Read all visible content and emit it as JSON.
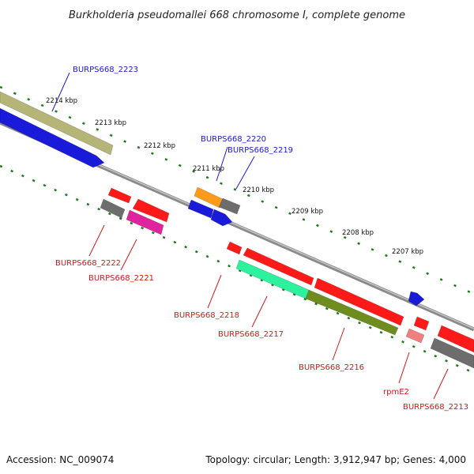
{
  "title": "Burkholderia pseudomallei 668 chromosome I, complete genome",
  "footer": {
    "accession": "Accession: NC_009074",
    "summary": "Topology: circular; Length: 3,912,947 bp; Genes: 4,000"
  },
  "colors": {
    "backbone": "#8a8a8a",
    "tick": "#1f7a1f",
    "forward_label": "#1a1acc",
    "reverse_label": "#cc1a1a"
  },
  "ticks": [
    "2214 kbp",
    "2213 kbp",
    "2212 kbp",
    "2211 kbp",
    "2210 kbp",
    "2209 kbp",
    "2208 kbp",
    "2207 kbp"
  ],
  "features": [
    {
      "id": "f1",
      "color": "#b5b577"
    },
    {
      "id": "f2",
      "color": "#1a1adb"
    },
    {
      "id": "f3",
      "color": "#ff1a1a"
    },
    {
      "id": "f4",
      "color": "#ff1a1a"
    },
    {
      "id": "f5",
      "color": "#6d6d6d"
    },
    {
      "id": "f6",
      "color": "#e0249e"
    },
    {
      "id": "f7",
      "color": "#ff9a1a"
    },
    {
      "id": "f8",
      "color": "#6d6d6d"
    },
    {
      "id": "f9",
      "color": "#1a1adb"
    },
    {
      "id": "f10",
      "color": "#1a1adb"
    },
    {
      "id": "f11",
      "color": "#ff1a1a"
    },
    {
      "id": "f12",
      "color": "#ff1a1a"
    },
    {
      "id": "f13",
      "color": "#2cf29e"
    },
    {
      "id": "f14",
      "color": "#ff1a1a"
    },
    {
      "id": "f15",
      "color": "#6f8c1f"
    },
    {
      "id": "f16",
      "color": "#1a1adb"
    },
    {
      "id": "f17",
      "color": "#ff1a1a"
    },
    {
      "id": "f18",
      "color": "#f08080"
    },
    {
      "id": "f19",
      "color": "#ff1a1a"
    },
    {
      "id": "f20",
      "color": "#6d6d6d"
    }
  ],
  "labels": {
    "g2223": "BURPS668_2223",
    "g2220": "BURPS668_2220",
    "g2219": "BURPS668_2219",
    "g2222": "BURPS668_2222",
    "g2221": "BURPS668_2221",
    "g2218": "BURPS668_2218",
    "g2217": "BURPS668_2217",
    "g2216": "BURPS668_2216",
    "rpmE2": "rpmE2",
    "g2213": "BURPS668_2213"
  }
}
